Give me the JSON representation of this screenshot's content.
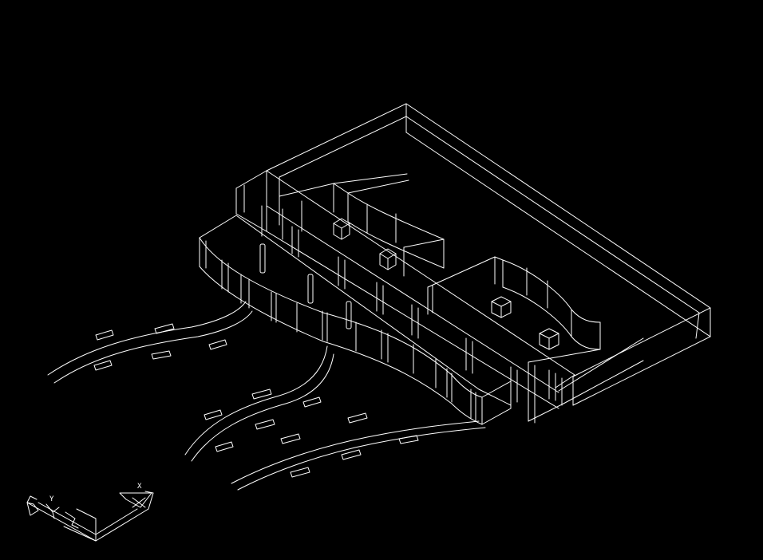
{
  "drawing": {
    "view": "isometric-wireframe",
    "background_color": "#000000",
    "line_color": "#ffffff"
  },
  "ucs_icon": {
    "x_axis_label": "X",
    "y_axis_label": "Y"
  },
  "icons": {
    "ucs": "ucs-axis-icon"
  }
}
